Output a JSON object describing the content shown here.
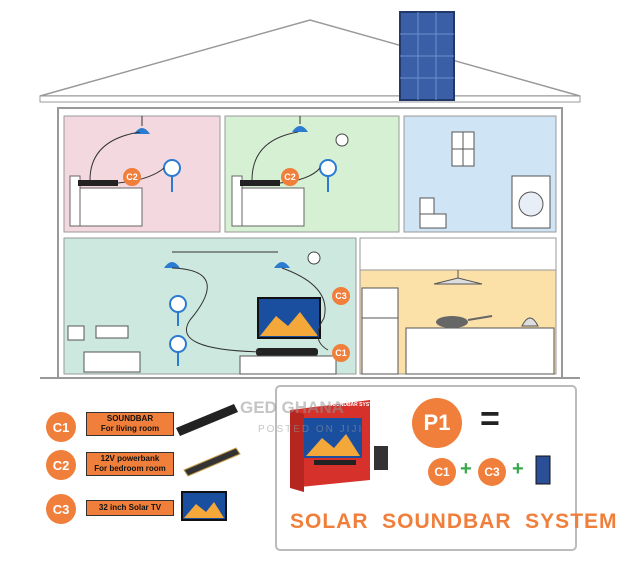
{
  "badges": {
    "c1": "C1",
    "c2": "C2",
    "c3": "C3",
    "p1": "P1"
  },
  "legend": {
    "c1_line1": "SOUNDBAR",
    "c1_line2": "For living room",
    "c2_line1": "12V powerbank",
    "c2_line2": "For bedroom room",
    "c3_line1": "32 inch Solar TV"
  },
  "box_header": "SOLAR SOUNDBAR SYSTEM",
  "equation": {
    "equals": "=",
    "plus": "+"
  },
  "title": "SOLAR  SOUNDBAR  SYSTEM",
  "watermark": {
    "line1": "GED GHANA",
    "line2": "POSTED ON JIJI"
  },
  "colors": {
    "accent": "#f07f3c",
    "pink_room": "#f4d8e0",
    "green_room": "#d6f0d4",
    "blue_room": "#cfe4f5",
    "living_room": "#cde9df",
    "kitchen": "#fbe0a8"
  }
}
